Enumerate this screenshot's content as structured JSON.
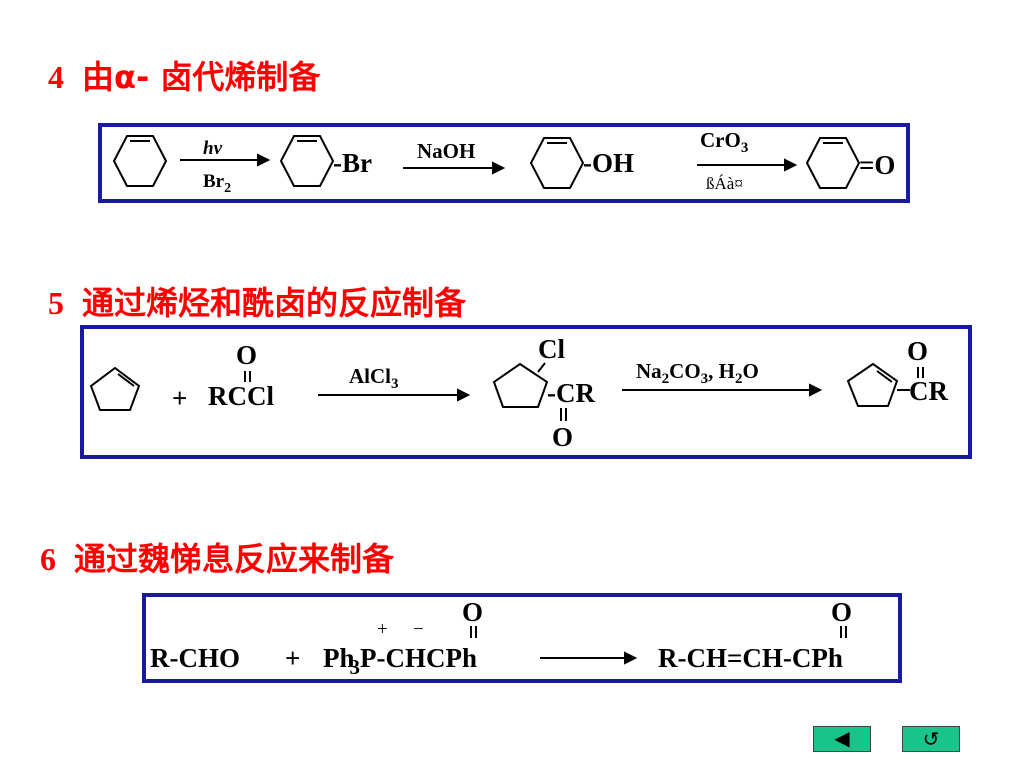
{
  "sections": [
    {
      "number": "4",
      "title": "由α- 卤代烯制备"
    },
    {
      "number": "5",
      "title": "通过烯烃和酰卤的反应制备"
    },
    {
      "number": "6",
      "title": "通过魏悌息反应来制备"
    }
  ],
  "reaction4": {
    "above1": "hv",
    "below1": "Br",
    "below1_sub": "2",
    "br_label": "-Br",
    "reagent2": "NaOH",
    "oh_label": "-OH",
    "above3": "CrO",
    "above3_sub": "3",
    "below3": "ßÁà¤",
    "product_label": "=O"
  },
  "reaction5": {
    "o_top": "O",
    "plus": "+",
    "acyl_chloride": "RCCl",
    "catalyst": "AlCl",
    "catalyst_sub": "3",
    "cl": "Cl",
    "cr": "-CR",
    "o_bottom": "O",
    "cond_na": "Na",
    "cond_na_sub": "2",
    "cond_co": "CO",
    "cond_co_sub": "3",
    "cond_h": ", H",
    "cond_h_sub": "2",
    "cond_o": "O",
    "product_o": "O",
    "product_cr": "CR"
  },
  "reaction6": {
    "aldehyde": "R-CHO",
    "plus": "+",
    "ylide_ph": "Ph",
    "ylide_sub": "3",
    "ylide_rest": "P-CHCPh",
    "charge_plus": "+",
    "charge_minus": "−",
    "o1": "O",
    "product": "R-CH=CH-CPh",
    "o2": "O"
  },
  "nav": {
    "back_glyph": "◀",
    "return_glyph": "↺"
  }
}
